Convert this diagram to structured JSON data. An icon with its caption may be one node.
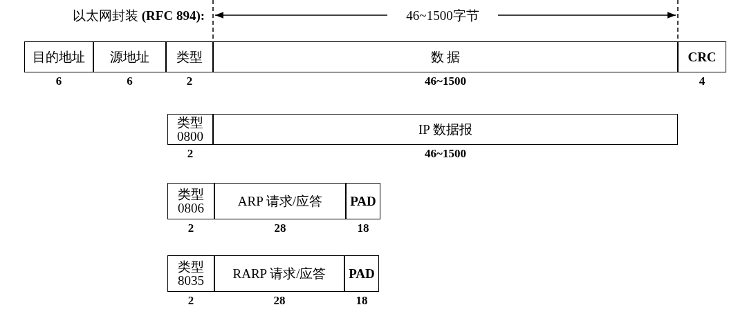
{
  "diagram": {
    "title": "以太网封装 **(RFC 894):**",
    "nodes": [
      {
        "text": [
          "目的地址"
        ],
        "beside": [
          "6"
        ]
      },
      {
        "text": [
          "源地址"
        ],
        "beside": [
          "6"
        ]
      },
      {
        "text": [
          "类型"
        ],
        "beside": [
          "2"
        ]
      },
      {
        "text": [
          "数 据"
        ],
        "beside": [
          "46~1500"
        ]
      },
      {
        "text": [
          "CRC"
        ],
        "beside": [
          "4"
        ]
      },
      {
        "text": [
          "类型 0800"
        ],
        "beside": [
          "2"
        ]
      },
      {
        "text": [
          "IP 数据报"
        ],
        "beside": [
          "46~1500"
        ]
      },
      {
        "text": [
          "类型 0806"
        ],
        "beside": [
          "2"
        ]
      },
      {
        "text": [
          "ARP 请求/应答"
        ],
        "beside": [
          "28"
        ]
      },
      {
        "text": [
          "PAD"
        ],
        "beside": [
          "18"
        ]
      },
      {
        "text": [
          "类型 8035"
        ],
        "beside": [
          "2"
        ]
      },
      {
        "text": [
          "RARP 请求/应答"
        ],
        "beside": [
          "28"
        ]
      },
      {
        "text": [
          "PAD"
        ],
        "beside": [
          "18"
        ]
      }
    ],
    "edges": [],
    "labels": [
      "46~1500字节"
    ]
  }
}
